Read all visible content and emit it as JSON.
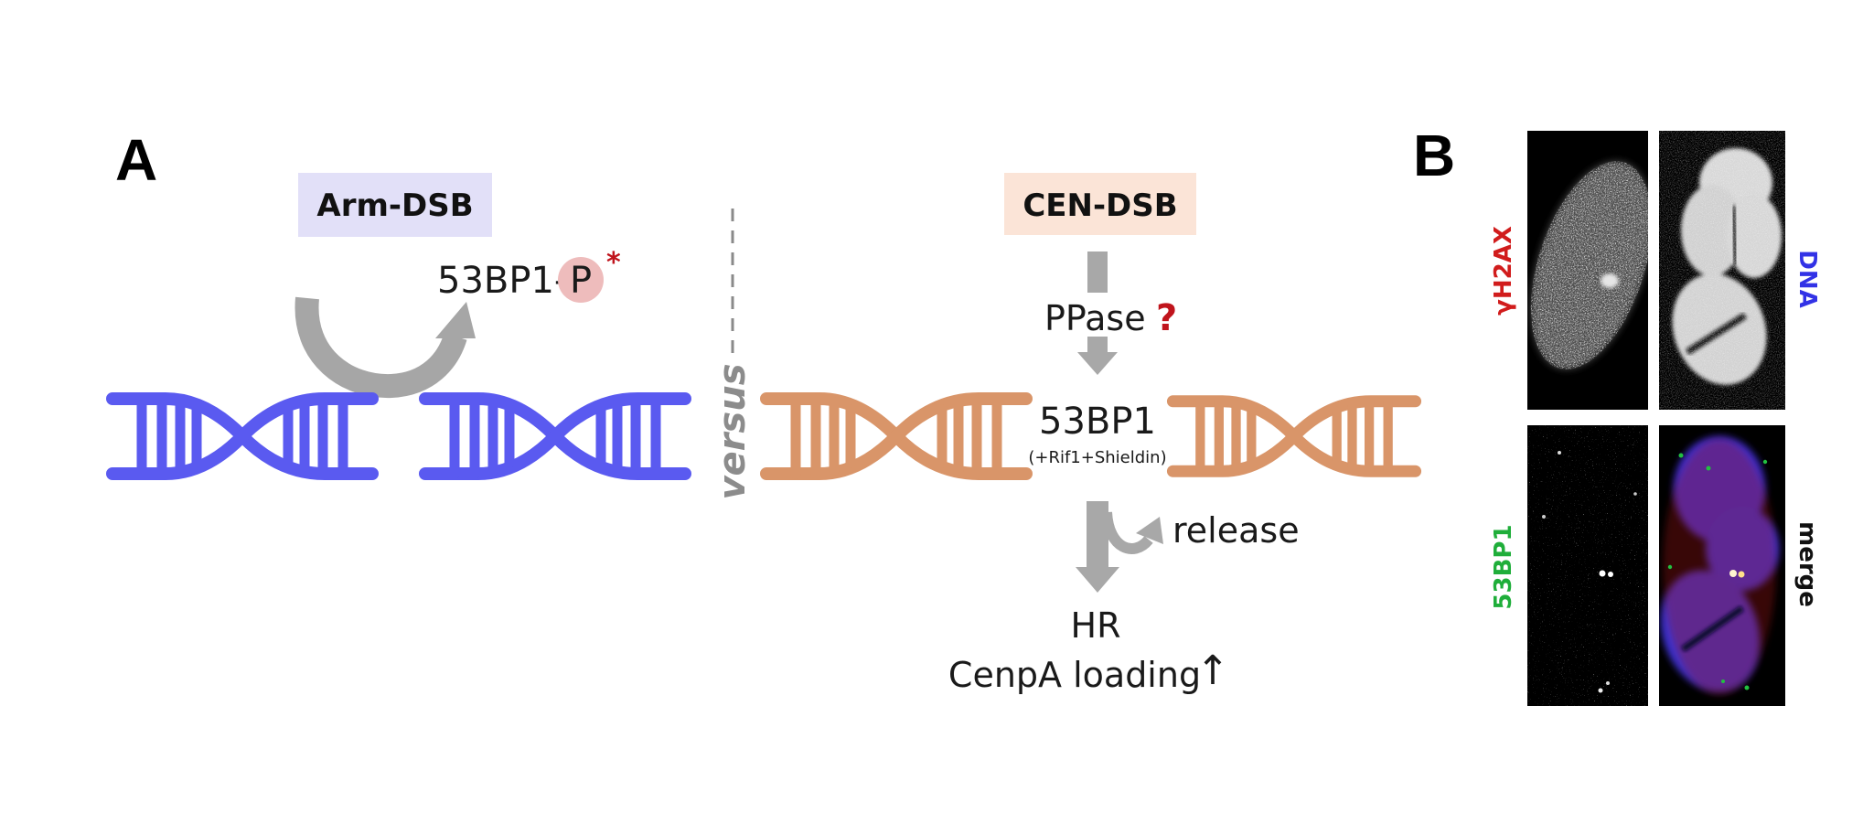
{
  "panel_a": {
    "letter": "A",
    "arm_dsb": "Arm-DSB",
    "cen_dsb": "CEN-DSB",
    "p53_prefix": "53BP1-",
    "phospho": "P",
    "asterisk": "*",
    "versus": "versus",
    "ppase": "PPase",
    "question": "?",
    "center_53bp1": "53BP1",
    "complex": "(+Rif1+Shieldin)",
    "release": "release",
    "hr": "HR",
    "cenpa": "CenpA loading",
    "up_arrow": "↑"
  },
  "panel_b": {
    "letter": "B",
    "gh2ax": "γH2AX",
    "dna": "DNA",
    "p53bp1": "53BP1",
    "merge": "merge"
  },
  "colors": {
    "arm_dna": "#5a5af0",
    "cen_dna": "#d99569",
    "arm_box": "#e2e0f8",
    "cen_box": "#fbe4d7",
    "phospho_circle": "#eebcbc",
    "red": "#c0141c",
    "arrow_gray": "#a8a8a8",
    "gh2ax_label": "#d11c1c",
    "dna_label": "#3232e6",
    "p53bp1_label": "#1fae3a",
    "merge_label": "#111111"
  },
  "icons": [
    "helix-icon",
    "curved-arrow-icon",
    "down-arrow-icon",
    "up-arrow-icon"
  ]
}
